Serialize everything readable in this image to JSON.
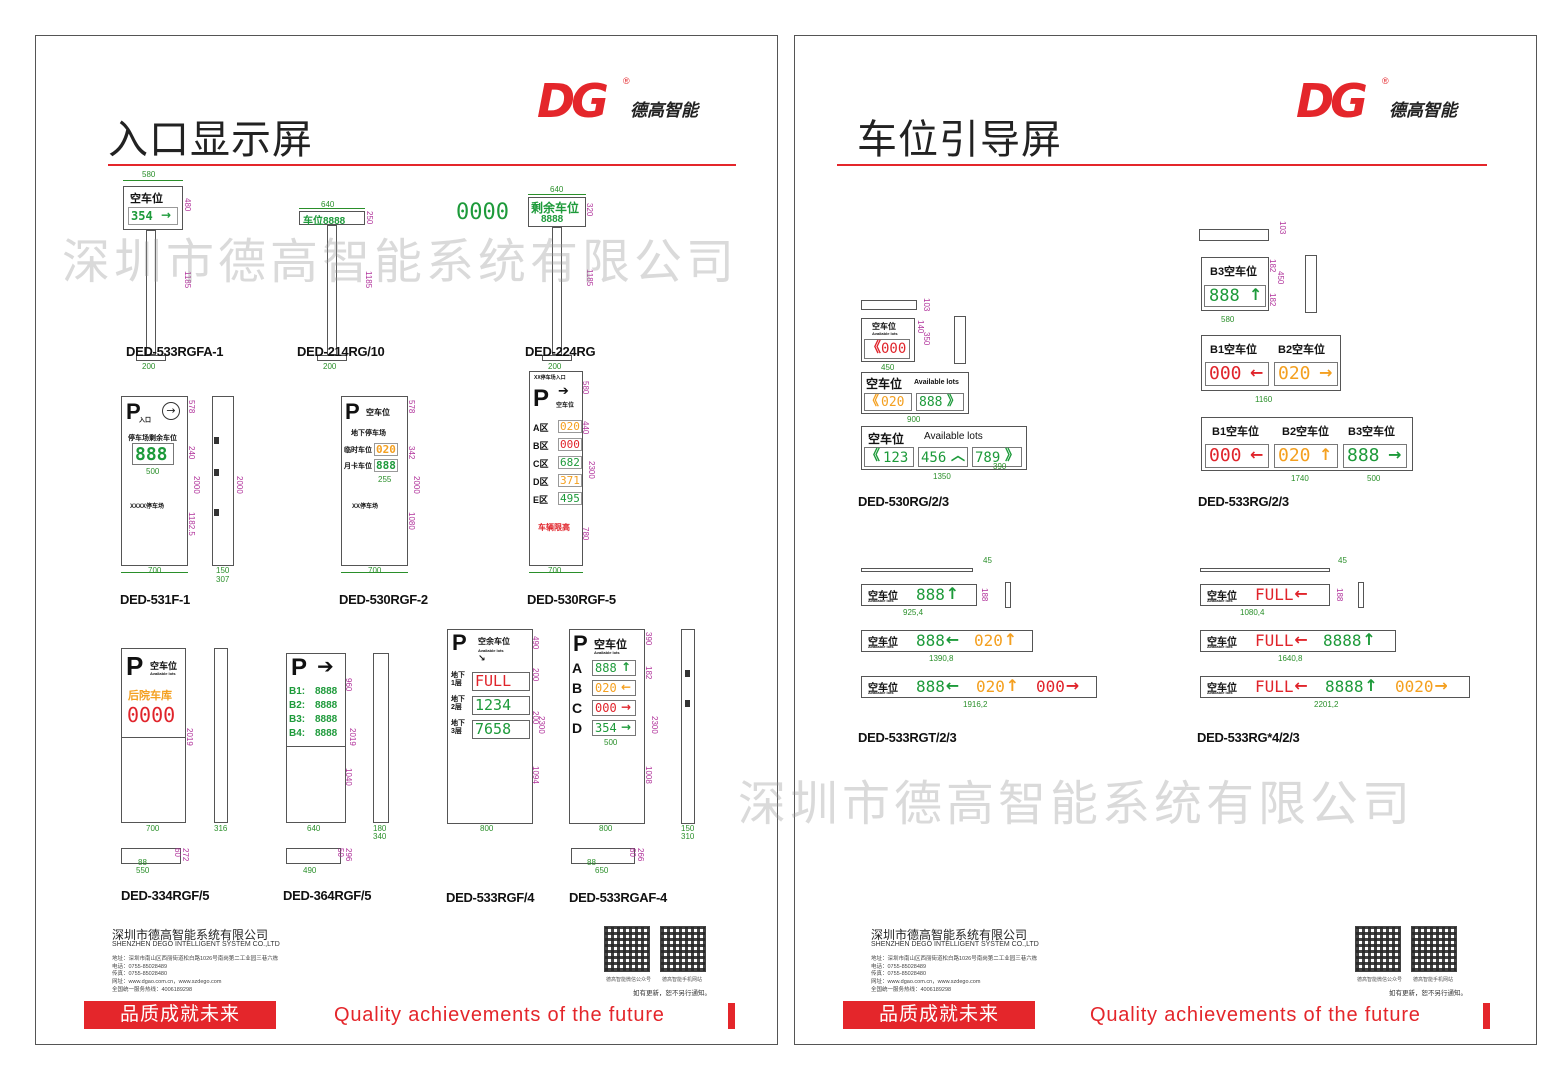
{
  "brand": {
    "logo": "DG",
    "registered": "®",
    "name": "德高智能",
    "accent_color": "#e4262b"
  },
  "watermark": "深圳市德高智能系统有限公司",
  "pages": [
    {
      "title": "入口显示屏",
      "products": {
        "p1": {
          "label": "DED-533RGFA-1",
          "line1": "空车位",
          "num": "354",
          "dims": [
            "580",
            "480",
            "1185",
            "200"
          ]
        },
        "p2": {
          "label": "DED-214RG/10",
          "line1": "车位8888",
          "dims": [
            "640",
            "250",
            "1185",
            "200"
          ]
        },
        "p3": {
          "label": "DED-224RG",
          "free_num": "0000",
          "line1": "剩余车位",
          "num": "8888",
          "dims": [
            "640",
            "320",
            "1185",
            "200"
          ]
        },
        "p4": {
          "label": "DED-531F-1",
          "sub": "入口",
          "text1": "停车场剩余车位",
          "num": "888",
          "text2": "XXXX停车场",
          "dims": [
            "578",
            "240",
            "500",
            "2000",
            "1182.5",
            "2000",
            "700",
            "150",
            "307"
          ]
        },
        "p5": {
          "label": "DED-530RGF-2",
          "line1": "空车位",
          "text1": "地下停车场",
          "row1": "临时车位",
          "row1num": "020",
          "row2": "月卡车位",
          "row2num": "888",
          "text2": "XX停车场",
          "dims": [
            "578",
            "342",
            "255",
            "2000",
            "1080",
            "700"
          ]
        },
        "p6": {
          "label": "DED-530RGF-5",
          "top": "XX停车场入口",
          "line1": "空车位",
          "rows": [
            {
              "k": "A区",
              "v": "020",
              "c": "o"
            },
            {
              "k": "B区",
              "v": "000",
              "c": "r"
            },
            {
              "k": "C区",
              "v": "682",
              "c": "g"
            },
            {
              "k": "D区",
              "v": "371",
              "c": "o"
            },
            {
              "k": "E区",
              "v": "495",
              "c": "g"
            }
          ],
          "foot": "车辆限高",
          "dims": [
            "580",
            "440",
            "2300",
            "780",
            "700"
          ]
        },
        "p7": {
          "label": "DED-334RGF/5",
          "line1": "空车位",
          "sub": "Available lots",
          "text1": "后院车库",
          "num": "0000",
          "dims": [
            "2019",
            "700",
            "316",
            "550",
            "88",
            "272",
            "60"
          ]
        },
        "p8": {
          "label": "DED-364RGF/5",
          "rows": [
            "B1:",
            "B2:",
            "B3:",
            "B4:"
          ],
          "num": "8888",
          "dims": [
            "960",
            "2019",
            "1040",
            "640",
            "180",
            "340",
            "490",
            "296",
            "50"
          ]
        },
        "p9": {
          "label": "DED-533RGF/4",
          "line1": "空余车位",
          "sub": "Available lots",
          "rows": [
            {
              "k": "地下1层",
              "v": "FULL",
              "c": "r"
            },
            {
              "k": "地下2层",
              "v": "1234",
              "c": "g"
            },
            {
              "k": "地下3层",
              "v": "7658",
              "c": "g"
            }
          ],
          "dims": [
            "490",
            "200",
            "200",
            "2300",
            "1094",
            "800"
          ]
        },
        "p10": {
          "label": "DED-533RGAF-4",
          "line1": "空车位",
          "sub": "Available lots",
          "rows": [
            {
              "k": "A",
              "v": "888",
              "c": "g",
              "a": "↑"
            },
            {
              "k": "B",
              "v": "020",
              "c": "o",
              "a": "←"
            },
            {
              "k": "C",
              "v": "000",
              "c": "r",
              "a": "→"
            },
            {
              "k": "D",
              "v": "354",
              "c": "g",
              "a": "→"
            }
          ],
          "dims": [
            "390",
            "182",
            "500",
            "2300",
            "1008",
            "800",
            "150",
            "310",
            "650",
            "88",
            "266",
            "60"
          ]
        }
      },
      "footer": {
        "company": "深圳市德高智能系统有限公司",
        "company_en": "SHENZHEN DEGO INTELLIGENT SYSTEM CO.,LTD",
        "address": "地址：深圳市南山区西丽街道松白路1026号南岗第二工业园三巷六栋",
        "tel": "电话：0755-85028489",
        "fax": "传真：0755-85028480",
        "web": "网址：www.dgao.com.cn，www.szdego.com",
        "hotline": "全国统一服务热线：4006189298",
        "qr1": "德高智能微信公众号",
        "qr2": "德高智能手机网站",
        "update": "如有更新，恕不另行通知。",
        "slogan_cn": "品质成就未来",
        "slogan_en": "Quality achievements of the future"
      }
    },
    {
      "title": "车位引导屏",
      "products": {
        "r1": {
          "label": "DED-530RG/2/3",
          "line1": "空车位",
          "sub": "Available lots",
          "rows": [
            {
              "v": "000",
              "c": "r",
              "a": "《"
            }
          ],
          "row2": [
            {
              "v": "020",
              "c": "o",
              "a": "《"
            },
            {
              "v": "888",
              "c": "g",
              "a": "》"
            }
          ],
          "row3": [
            {
              "v": "123",
              "c": "g",
              "a": "《"
            },
            {
              "v": "456",
              "c": "g",
              "a": "︿"
            },
            {
              "v": "789",
              "c": "g",
              "a": "》"
            }
          ],
          "dims": [
            "103",
            "140",
            "350",
            "450",
            "900",
            "1350",
            "390"
          ]
        },
        "r2": {
          "label": "DED-533RG/2/3",
          "p1": "B3空车位",
          "p1num": "888",
          "b1": "B1空车位",
          "b2": "B2空车位",
          "b3": "B3空车位",
          "n1": "000",
          "n2": "020",
          "n3": "888",
          "dims": [
            "103",
            "182",
            "450",
            "182",
            "580",
            "1160",
            "1740",
            "500"
          ]
        },
        "r3": {
          "label": "DED-533RGT/2/3",
          "line1": "空车位",
          "sub": "Available lots",
          "s1": [
            {
              "v": "888",
              "c": "g",
              "a": "↑"
            }
          ],
          "s2": [
            {
              "v": "888",
              "c": "g",
              "a": "←"
            },
            {
              "v": "020",
              "c": "o",
              "a": "↑"
            }
          ],
          "s3": [
            {
              "v": "888",
              "c": "g",
              "a": "←"
            },
            {
              "v": "020",
              "c": "o",
              "a": "↑"
            },
            {
              "v": "000",
              "c": "r",
              "a": "→"
            }
          ],
          "dims": [
            "45",
            "188",
            "925,4",
            "1390,8",
            "1916,2"
          ]
        },
        "r4": {
          "label": "DED-533RG*4/2/3",
          "line1": "空车位",
          "sub": "Available lots",
          "s1": [
            {
              "v": "FULL",
              "c": "r",
              "a": "←"
            }
          ],
          "s2": [
            {
              "v": "FULL",
              "c": "r",
              "a": "←"
            },
            {
              "v": "8888",
              "c": "g",
              "a": "↑"
            }
          ],
          "s3": [
            {
              "v": "FULL",
              "c": "r",
              "a": "←"
            },
            {
              "v": "8888",
              "c": "g",
              "a": "↑"
            },
            {
              "v": "0020",
              "c": "o",
              "a": "→"
            }
          ],
          "dims": [
            "45",
            "188",
            "1080,4",
            "1640,8",
            "2201,2"
          ]
        }
      },
      "footer": {
        "company": "深圳市德高智能系统有限公司",
        "company_en": "SHENZHEN DEGO INTELLIGENT SYSTEM CO.,LTD",
        "address": "地址：深圳市南山区西丽街道松白路1026号南岗第二工业园三巷六栋",
        "tel": "电话：0755-85028489",
        "fax": "传真：0755-85028480",
        "web": "网址：www.dgao.com.cn，www.szdego.com",
        "hotline": "全国统一服务热线：4006189298",
        "qr1": "德高智能微信公众号",
        "qr2": "德高智能手机网站",
        "update": "如有更新，恕不另行通知。",
        "slogan_cn": "品质成就未来",
        "slogan_en": "Quality achievements of the future"
      }
    }
  ]
}
